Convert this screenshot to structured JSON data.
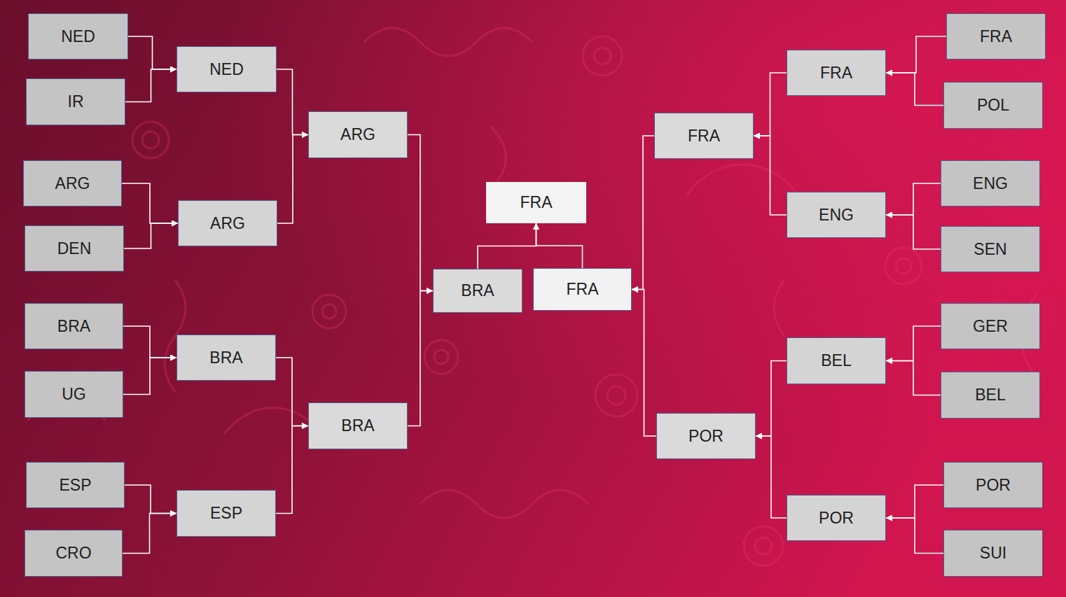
{
  "diagram": {
    "nodes": [
      {
        "text": [
          "NED"
        ]
      },
      {
        "text": [
          "IR"
        ]
      },
      {
        "text": [
          "ARG"
        ]
      },
      {
        "text": [
          "DEN"
        ]
      },
      {
        "text": [
          "BRA"
        ]
      },
      {
        "text": [
          "UG"
        ]
      },
      {
        "text": [
          "ESP"
        ]
      },
      {
        "text": [
          "CRO"
        ]
      },
      {
        "text": [
          "NED"
        ]
      },
      {
        "text": [
          "ARG"
        ]
      },
      {
        "text": [
          "BRA"
        ]
      },
      {
        "text": [
          "ESP"
        ]
      },
      {
        "text": [
          "ARG"
        ]
      },
      {
        "text": [
          "BRA"
        ]
      },
      {
        "text": [
          "BRA"
        ]
      },
      {
        "text": [
          "FRA"
        ]
      },
      {
        "text": [
          "FRA"
        ]
      },
      {
        "text": [
          "FRA"
        ]
      },
      {
        "text": [
          "POR"
        ]
      },
      {
        "text": [
          "FRA"
        ]
      },
      {
        "text": [
          "ENG"
        ]
      },
      {
        "text": [
          "BEL"
        ]
      },
      {
        "text": [
          "POR"
        ]
      },
      {
        "text": [
          "FRA"
        ]
      },
      {
        "text": [
          "POL"
        ]
      },
      {
        "text": [
          "ENG"
        ]
      },
      {
        "text": [
          "SEN"
        ]
      },
      {
        "text": [
          "GER"
        ]
      },
      {
        "text": [
          "BEL"
        ]
      },
      {
        "text": [
          "POR"
        ]
      },
      {
        "text": [
          "SUI"
        ]
      }
    ],
    "edges": [
      {
        "from": 0,
        "to": 8,
        "arrow": "to"
      },
      {
        "from": 1,
        "to": 8,
        "arrow": "to"
      },
      {
        "from": 2,
        "to": 9,
        "arrow": "to"
      },
      {
        "from": 3,
        "to": 9,
        "arrow": "to"
      },
      {
        "from": 4,
        "to": 10,
        "arrow": "to"
      },
      {
        "from": 5,
        "to": 10,
        "arrow": "to"
      },
      {
        "from": 6,
        "to": 11,
        "arrow": "to"
      },
      {
        "from": 7,
        "to": 11,
        "arrow": "to"
      },
      {
        "from": 8,
        "to": 12,
        "arrow": "to"
      },
      {
        "from": 9,
        "to": 12,
        "arrow": "to"
      },
      {
        "from": 10,
        "to": 13,
        "arrow": "to"
      },
      {
        "from": 11,
        "to": 13,
        "arrow": "to"
      },
      {
        "from": 12,
        "to": 14,
        "arrow": "to"
      },
      {
        "from": 13,
        "to": 14,
        "arrow": "to"
      },
      {
        "from": 14,
        "to": 15,
        "arrow": "to"
      },
      {
        "from": 16,
        "to": 15,
        "arrow": "to"
      },
      {
        "from": 23,
        "to": 19,
        "arrow": "to"
      },
      {
        "from": 24,
        "to": 19,
        "arrow": "to"
      },
      {
        "from": 25,
        "to": 20,
        "arrow": "to"
      },
      {
        "from": 26,
        "to": 20,
        "arrow": "to"
      },
      {
        "from": 27,
        "to": 21,
        "arrow": "to"
      },
      {
        "from": 28,
        "to": 21,
        "arrow": "to"
      },
      {
        "from": 29,
        "to": 22,
        "arrow": "to"
      },
      {
        "from": 30,
        "to": 22,
        "arrow": "to"
      },
      {
        "from": 19,
        "to": 17,
        "arrow": "to"
      },
      {
        "from": 20,
        "to": 17,
        "arrow": "to"
      },
      {
        "from": 21,
        "to": 18,
        "arrow": "to"
      },
      {
        "from": 22,
        "to": 18,
        "arrow": "to"
      },
      {
        "from": 17,
        "to": 16,
        "arrow": "to"
      },
      {
        "from": 18,
        "to": 16,
        "arrow": "to"
      }
    ]
  }
}
